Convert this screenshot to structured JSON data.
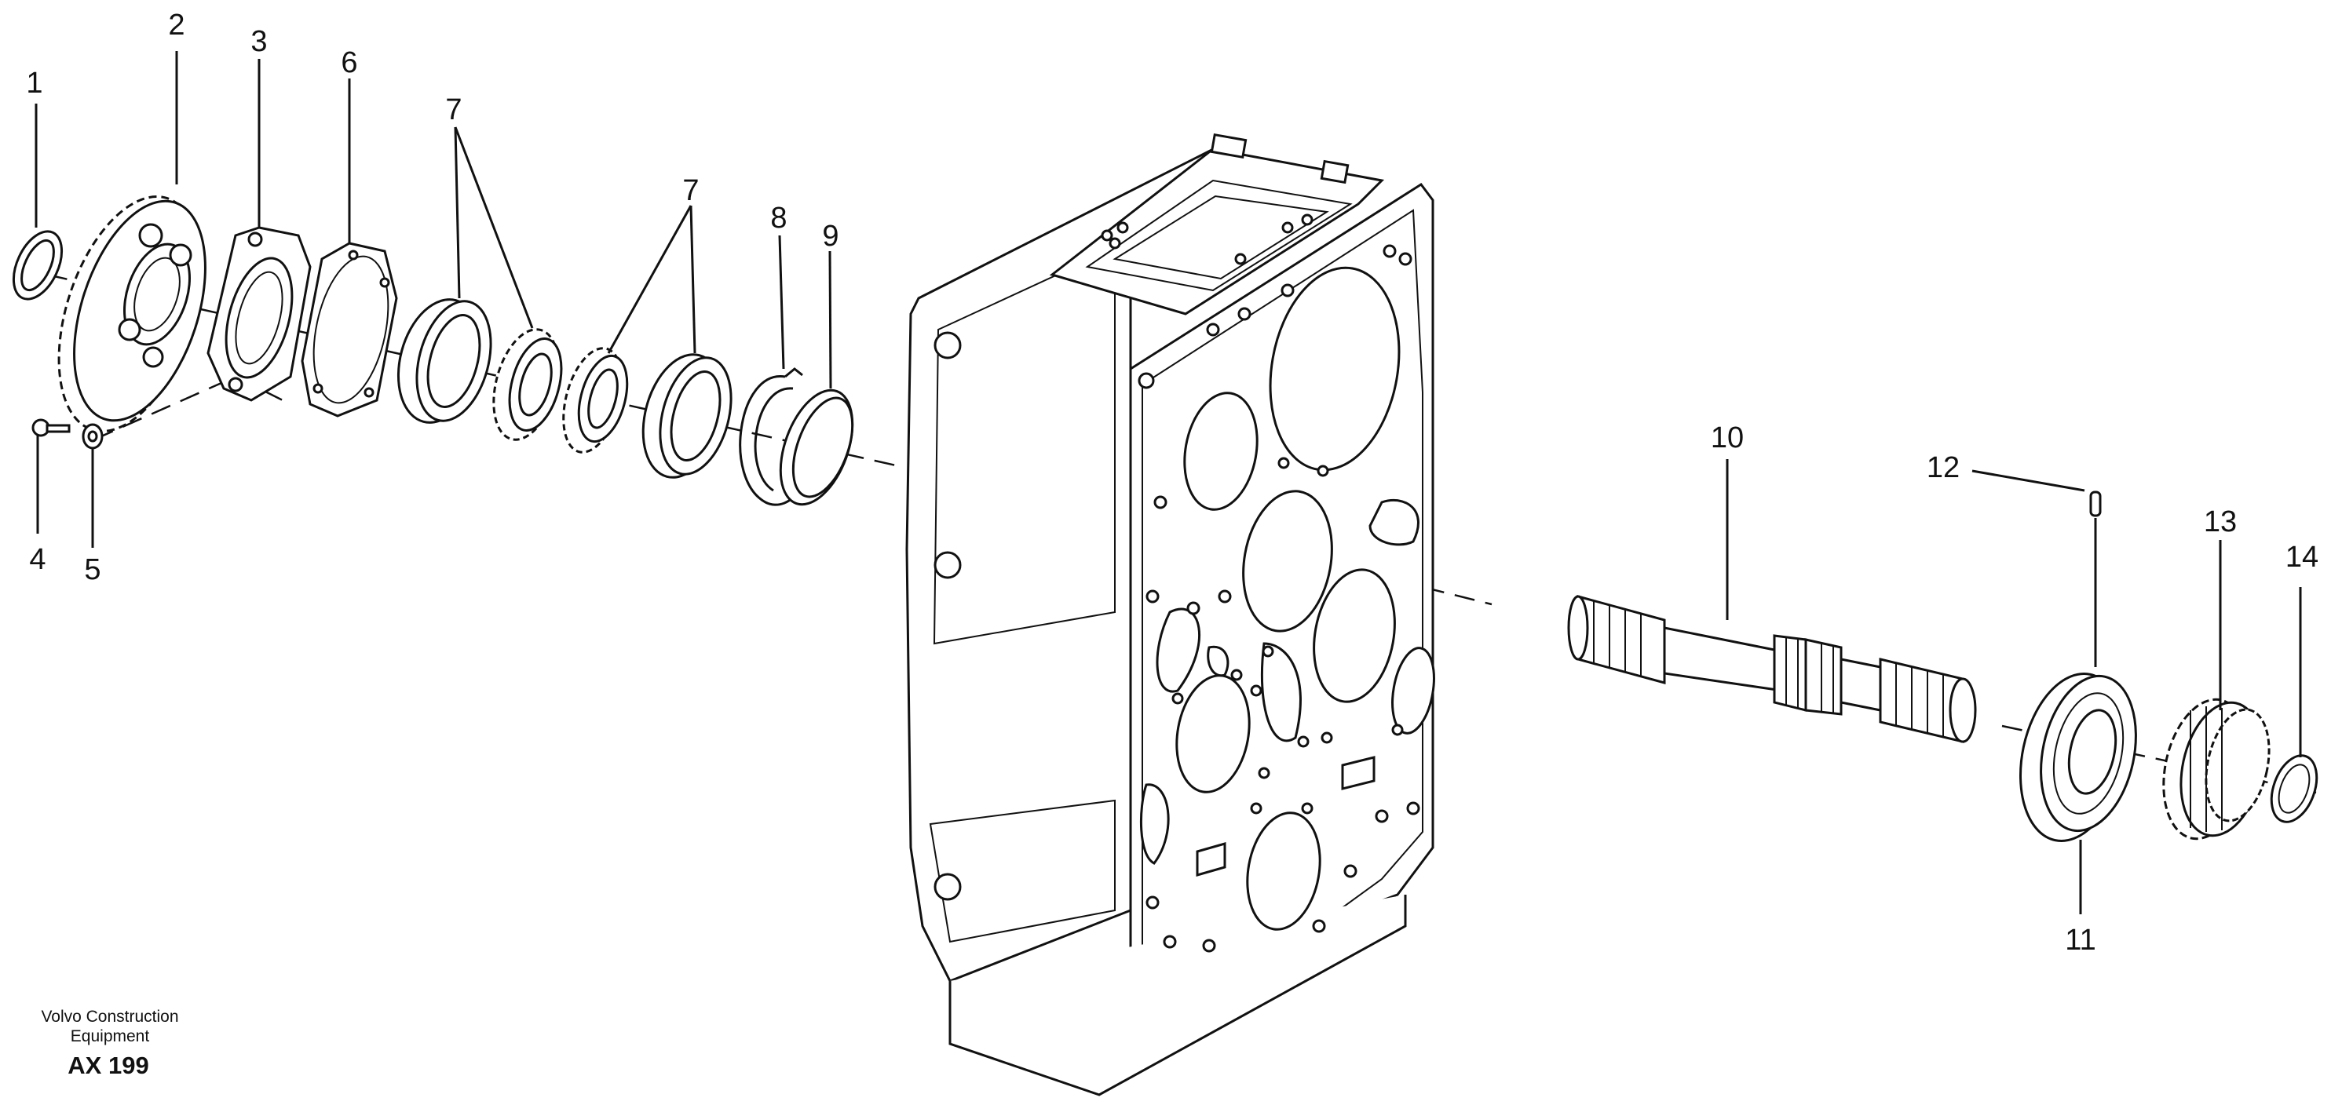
{
  "diagram": {
    "callouts": {
      "c1": "1",
      "c2": "2",
      "c3": "3",
      "c4": "4",
      "c5": "5",
      "c6": "6",
      "c7a": "7",
      "c7b": "7",
      "c8": "8",
      "c9": "9",
      "c10": "10",
      "c11": "11",
      "c12": "12",
      "c13": "13",
      "c14": "14"
    },
    "footer": {
      "maker_line1": "Volvo Construction",
      "maker_line2": "Equipment",
      "code": "AX 199"
    }
  }
}
